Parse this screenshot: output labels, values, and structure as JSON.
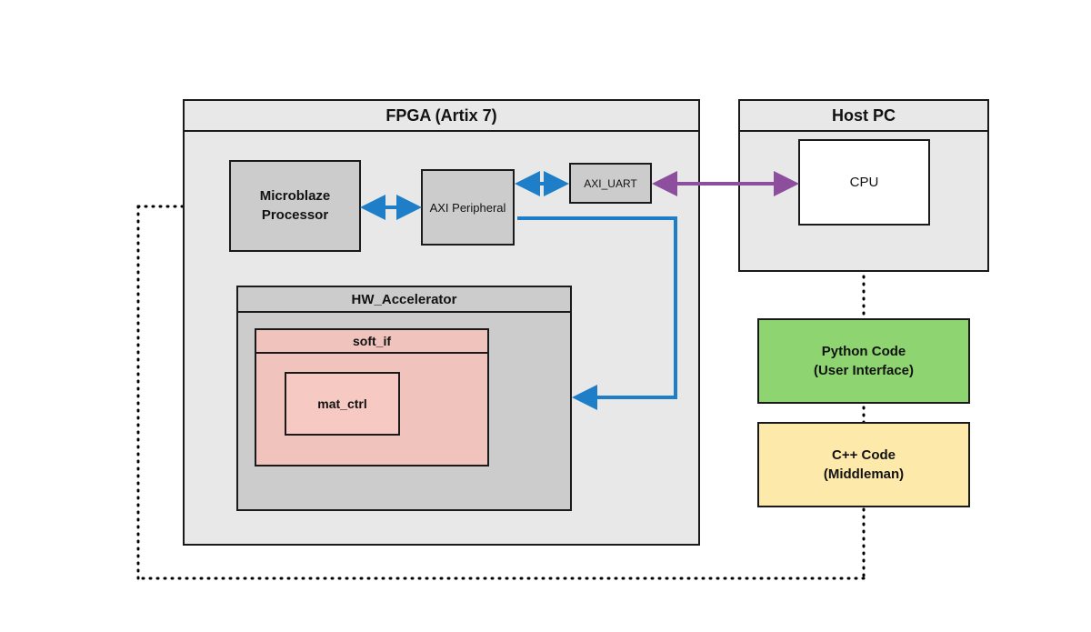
{
  "diagram": {
    "title": "FPGA Artix 7 hardware accelerator system block diagram",
    "colors": {
      "container_fill": "#e8e8e8",
      "block_fill": "#cccccc",
      "soft_if_fill": "#f0c4bc",
      "mat_ctrl_fill": "#f6cac3",
      "python_fill": "#8ed571",
      "cpp_fill": "#fde9a9",
      "cpu_fill": "#ffffff",
      "border": "#1a1a1a",
      "blue_arrow": "#1e7ec8",
      "purple_arrow": "#8e4e9e",
      "dotted_line": "#000000"
    }
  },
  "fpga": {
    "title": "FPGA (Artix 7)",
    "blocks": {
      "microblaze": "Microblaze\nProcessor",
      "microblaze_line1": "Microblaze",
      "microblaze_line2": "Processor",
      "axi_peripheral": "AXI Peripheral",
      "axi_uart": "AXI_UART"
    },
    "hw_accelerator": {
      "title": "HW_Accelerator",
      "soft_if": {
        "title": "soft_if",
        "mat_ctrl": "mat_ctrl"
      }
    }
  },
  "host_pc": {
    "title": "Host PC",
    "cpu": "CPU"
  },
  "software": {
    "python": {
      "line1": "Python Code",
      "line2": "(User Interface)"
    },
    "cpp": {
      "line1": "C++ Code",
      "line2": "(Middleman)"
    }
  },
  "connections": [
    {
      "name": "microblaze-to-axi-peripheral",
      "style": "blue-double-arrow",
      "from": "Microblaze Processor",
      "to": "AXI Peripheral"
    },
    {
      "name": "axi-peripheral-to-axi-uart",
      "style": "blue-double-arrow",
      "from": "AXI Peripheral",
      "to": "AXI_UART"
    },
    {
      "name": "hw-accelerator-to-axi-peripheral",
      "style": "blue-single-arrow",
      "from": "AXI Peripheral",
      "to": "HW_Accelerator"
    },
    {
      "name": "axi-uart-to-cpu",
      "style": "purple-double-arrow",
      "from": "AXI_UART",
      "to": "CPU"
    },
    {
      "name": "cpu-to-software-to-microblaze",
      "style": "black-dotted",
      "from": "CPU",
      "to": "Microblaze Processor"
    }
  ]
}
